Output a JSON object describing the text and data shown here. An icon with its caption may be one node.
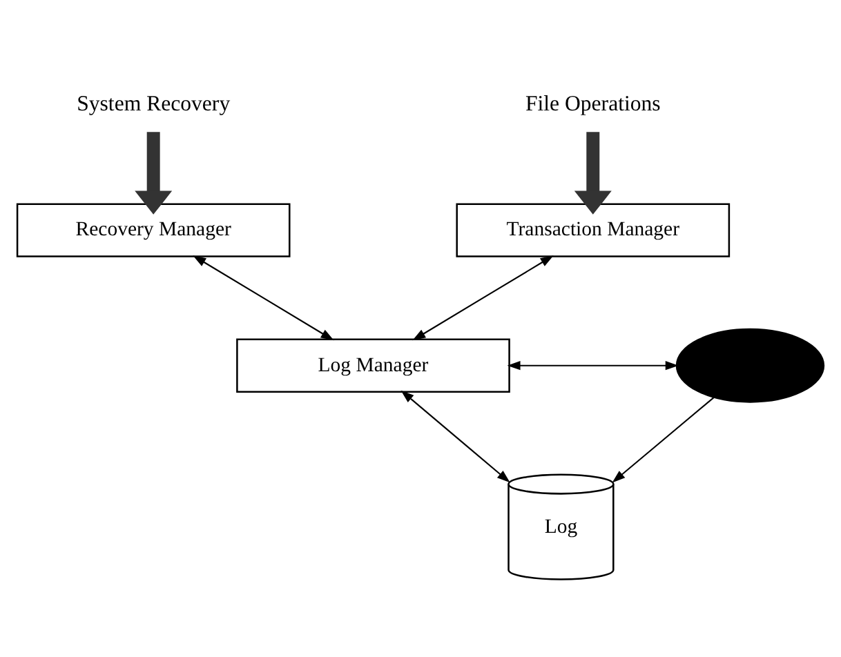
{
  "diagram": {
    "nodes": [
      {
        "text": [
          "System Recovery"
        ]
      },
      {
        "text": [
          "File Operations"
        ]
      },
      {
        "text": [
          "Recovery Manager"
        ]
      },
      {
        "text": [
          "Transaction Manager"
        ]
      },
      {
        "text": [
          "Log Manager"
        ]
      },
      {
        "text": [],
        "shape": "ellipse"
      },
      {
        "text": [
          "Log"
        ]
      }
    ],
    "edges": [
      {
        "from": 0,
        "to": 2,
        "arrow": "to",
        "style": "thick"
      },
      {
        "from": 1,
        "to": 3,
        "arrow": "to",
        "style": "thick"
      },
      {
        "from": 2,
        "to": 4,
        "arrow": "both"
      },
      {
        "from": 3,
        "to": 4,
        "arrow": "both"
      },
      {
        "from": 4,
        "to": 5,
        "arrow": "both"
      },
      {
        "from": 5,
        "to": 6,
        "arrow": "to"
      },
      {
        "from": 4,
        "to": 6,
        "arrow": "both"
      }
    ]
  }
}
